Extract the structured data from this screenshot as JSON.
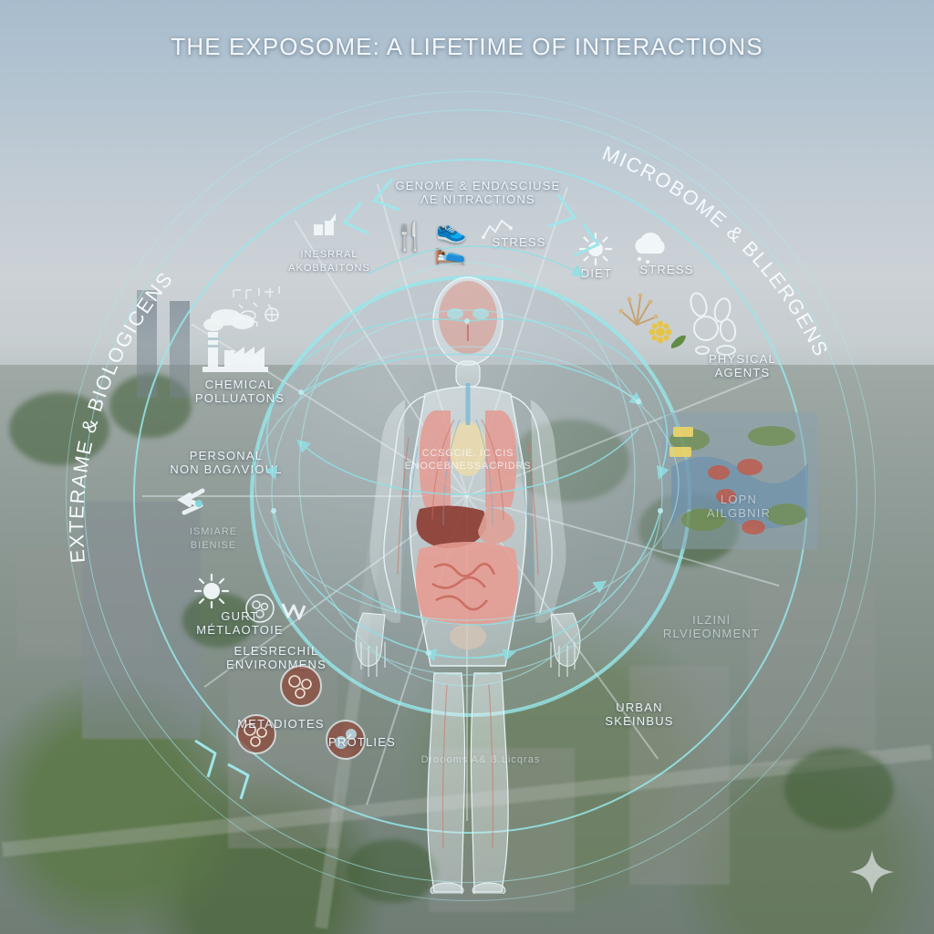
{
  "title": "THE EXPOSOME: A LIFETIME OF INTERACTIONS",
  "outer_labels": {
    "left": "EXTERAME & BIOLOGICENS",
    "right": "MICROBOME & BLLERGENS"
  },
  "colors": {
    "accent_cyan": "#96e7eb",
    "label_white": "#f6fafc",
    "seg_blue_grey": "#7d94a4",
    "seg_pale": "#c9cfd2",
    "seg_tan": "#b59a73",
    "seg_green": "#7aa552",
    "seg_map": "#93a9ac",
    "seg_brown": "#9b7b52",
    "title_color": "#f3f7fa"
  },
  "segments": [
    {
      "id": "genome-endocrine",
      "title_line1": "GENOME & ENDΛSCIUSE",
      "title_line2": "ΛE NITRACTIONS",
      "sub": "STRESS",
      "icons": [
        "fork-knife-icon",
        "shoe-icon",
        "bed-icon",
        "chart-icon"
      ],
      "color": "#7d94a4"
    },
    {
      "id": "internal-aberrations",
      "title_line1": "INESRRAL",
      "title_line2": "AKOBBAITONS",
      "sub": "",
      "icons": [
        "factory-building-icon"
      ],
      "color": "#c4cace"
    },
    {
      "id": "chemical-pollutants",
      "title_line1": "CHEMICAL",
      "title_line2": "POLLUATONS",
      "sub": "",
      "icons": [
        "factory-smokestack-icon",
        "molecule-icon",
        "pill-icon",
        "radiation-icon"
      ],
      "color": "#62798c"
    },
    {
      "id": "personal-behaviour",
      "title_line1": "PERSONAL",
      "title_line2": "NON BΛGΛVIOUL",
      "sub_line1": "ISMIARE",
      "sub_line2": "BIENISE",
      "icons": [
        "arrows-icon"
      ],
      "color": "#b8bcbd"
    },
    {
      "id": "gut-metabolome",
      "title_line1": "GURT",
      "title_line2": "MÉTLAOTOIE",
      "sub_line1": "ELESRECHIL",
      "sub_line2": "ENVIRONMENS",
      "icons": [
        "sun-icon",
        "cell-cluster-icon",
        "virus-icon"
      ],
      "color": "#a08458"
    },
    {
      "id": "metabolites-proteins",
      "label_left": "METADIOTES",
      "label_right": "PROTLIES",
      "icons": [
        "petri-dish-icon",
        "cell-red-icon",
        "protein-blue-icon"
      ],
      "color": "#9b7b52"
    },
    {
      "id": "genomics-biologics-bottom",
      "title_line1": "Droooms A& B.Licqras",
      "icons": [],
      "color": "#aeb4b5"
    },
    {
      "id": "urban-greenness",
      "title_line1": "URBAN",
      "title_line2": "SKEINBUS",
      "icons": [
        "park-map-icon"
      ],
      "color": "#7aa552"
    },
    {
      "id": "built-environment",
      "title_line1": "ILZINl",
      "title_line2": "RLVIEONMENT",
      "icons": [
        "aerial-green-icon"
      ],
      "color": "#86ac5e"
    },
    {
      "id": "urban-land-map",
      "title_line1": "LOPN",
      "title_line2": "AILGBNIR",
      "icons": [
        "satellite-map-icon",
        "bus-icon",
        "train-icon"
      ],
      "color": "#8fa2a6"
    },
    {
      "id": "diet-stress-physical",
      "label_diet": "DIET",
      "label_stress": "STRESS",
      "title_line1": "PHYSICAL",
      "title_line2": "AGENTS",
      "icons": [
        "sun-icon",
        "cloud-rain-icon",
        "pollen-icon",
        "bacteria-icon",
        "flower-icon"
      ],
      "color": "#b59a73"
    }
  ],
  "center": {
    "core_line1": "CCSGCIE. IC CIS",
    "core_line2": "ENOCEBNESSACPIDRS",
    "figure": "transparent-human-body-anatomy"
  },
  "watermark": "sparkle-star-icon"
}
